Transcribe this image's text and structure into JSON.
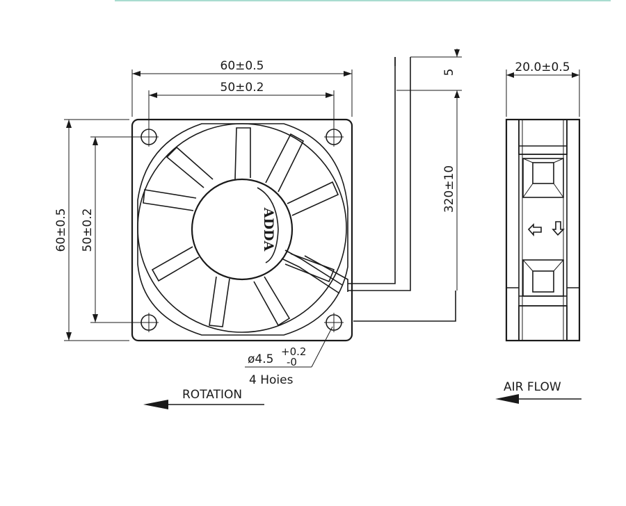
{
  "front_view": {
    "dim_outer_width": "60±0.5",
    "dim_hole_width": "50±0.2",
    "dim_outer_height": "60±0.5",
    "dim_hole_height": "50±0.2",
    "dim_lead_offset": "5",
    "dim_lead_length": "320±10",
    "hole_dia_base": "ø4.5",
    "hole_tol_plus": "+0.2",
    "hole_tol_minus": "-0",
    "hole_note": "4 Hoies",
    "logo_text": "ADDA",
    "rotation_label": "ROTATION"
  },
  "side_view": {
    "dim_depth": "20.0±0.5",
    "airflow_label": "AIR FLOW"
  },
  "colors": {
    "line": "#1a1a1a",
    "top_rule": "#a8dccf"
  },
  "icons": [
    "arrow-left-icon",
    "arrow-down-icon"
  ]
}
